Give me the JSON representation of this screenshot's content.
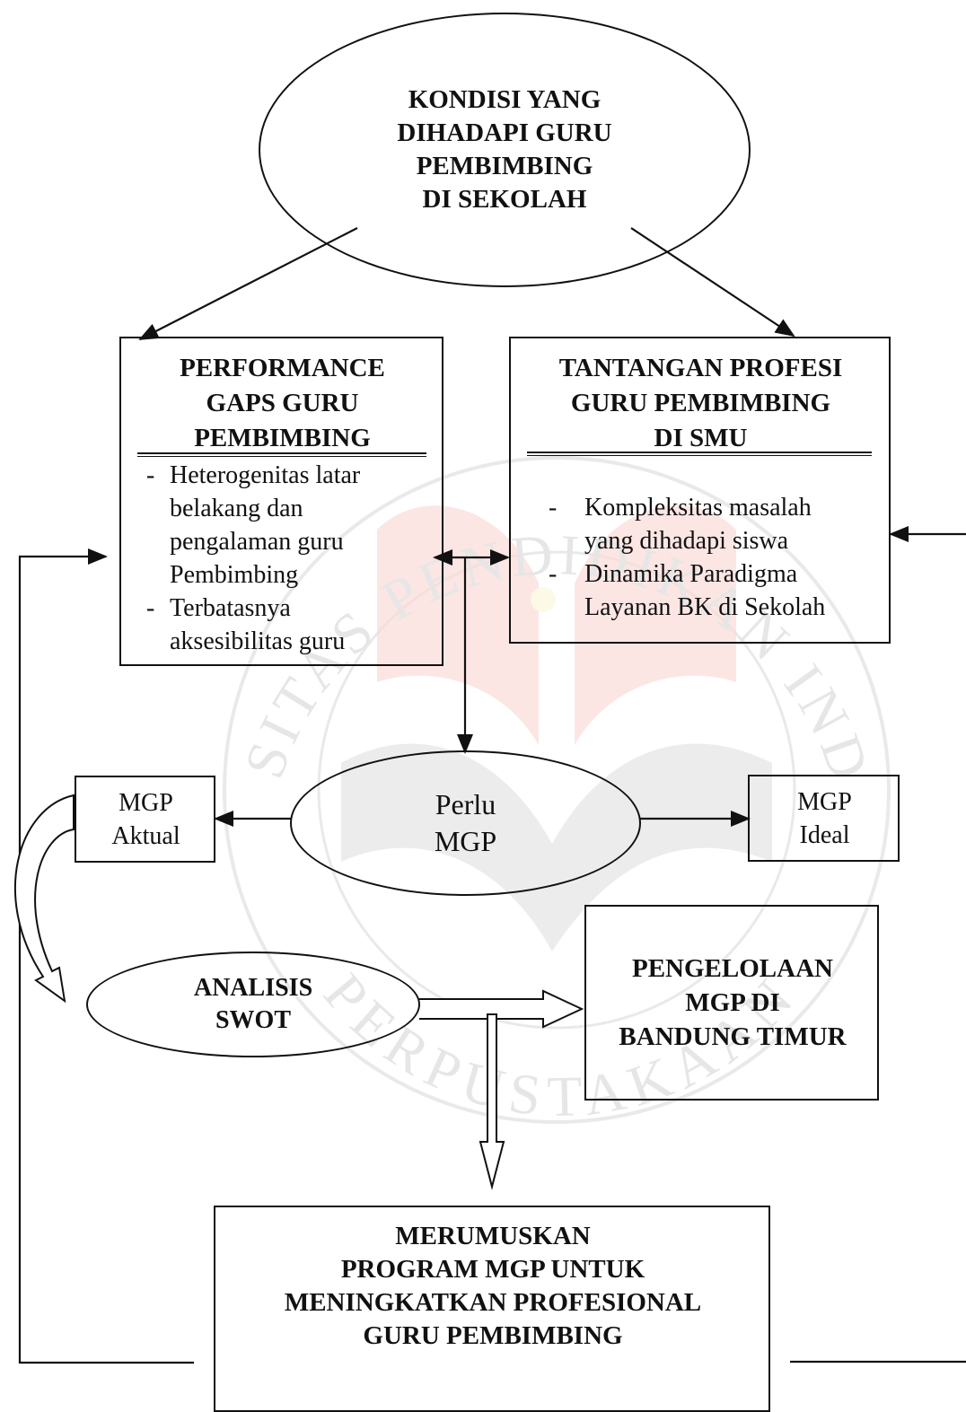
{
  "watermark": {
    "top_arc": "UNIVERSITAS PENDIDIKAN INDONESIA",
    "bottom_arc": "PERPUSTAKAAN"
  },
  "nodes": {
    "kondisi": {
      "lines": [
        "KONDISI YANG",
        "DIHADAPI GURU",
        "PEMBIMBING",
        "DI SEKOLAH"
      ]
    },
    "performance": {
      "title_lines": [
        "PERFORMANCE",
        "GAPS GURU",
        "PEMBIMBING"
      ],
      "items": [
        [
          "Heterogenitas latar",
          "belakang dan",
          "pengalaman guru",
          "Pembimbing"
        ],
        [
          "Terbatasnya",
          "aksesibilitas guru"
        ]
      ]
    },
    "tantangan": {
      "title_lines": [
        "TANTANGAN PROFESI",
        "GURU PEMBIMBING",
        "DI SMU"
      ],
      "items": [
        [
          "Kompleksitas masalah",
          "yang dihadapi siswa"
        ],
        [
          "Dinamika Paradigma",
          "Layanan BK di Sekolah"
        ]
      ]
    },
    "perlu": {
      "lines": [
        "Perlu",
        "MGP"
      ]
    },
    "mgp_aktual": {
      "lines": [
        "MGP",
        "Aktual"
      ]
    },
    "mgp_ideal": {
      "lines": [
        "MGP",
        "Ideal"
      ]
    },
    "swot": {
      "lines": [
        "ANALISIS",
        "SWOT"
      ]
    },
    "pengelolaan": {
      "lines": [
        "PENGELOLAAN",
        "MGP DI",
        "BANDUNG TIMUR"
      ]
    },
    "merumuskan": {
      "lines": [
        "MERUMUSKAN",
        "PROGRAM MGP UNTUK",
        "MENINGKATKAN PROFESIONAL",
        "GURU PEMBIMBING"
      ]
    }
  },
  "colors": {
    "ink": "#111111",
    "watermark_red": "#e03a2a",
    "watermark_gray": "#c9c9c9",
    "watermark_yellow": "#f3e07a"
  }
}
